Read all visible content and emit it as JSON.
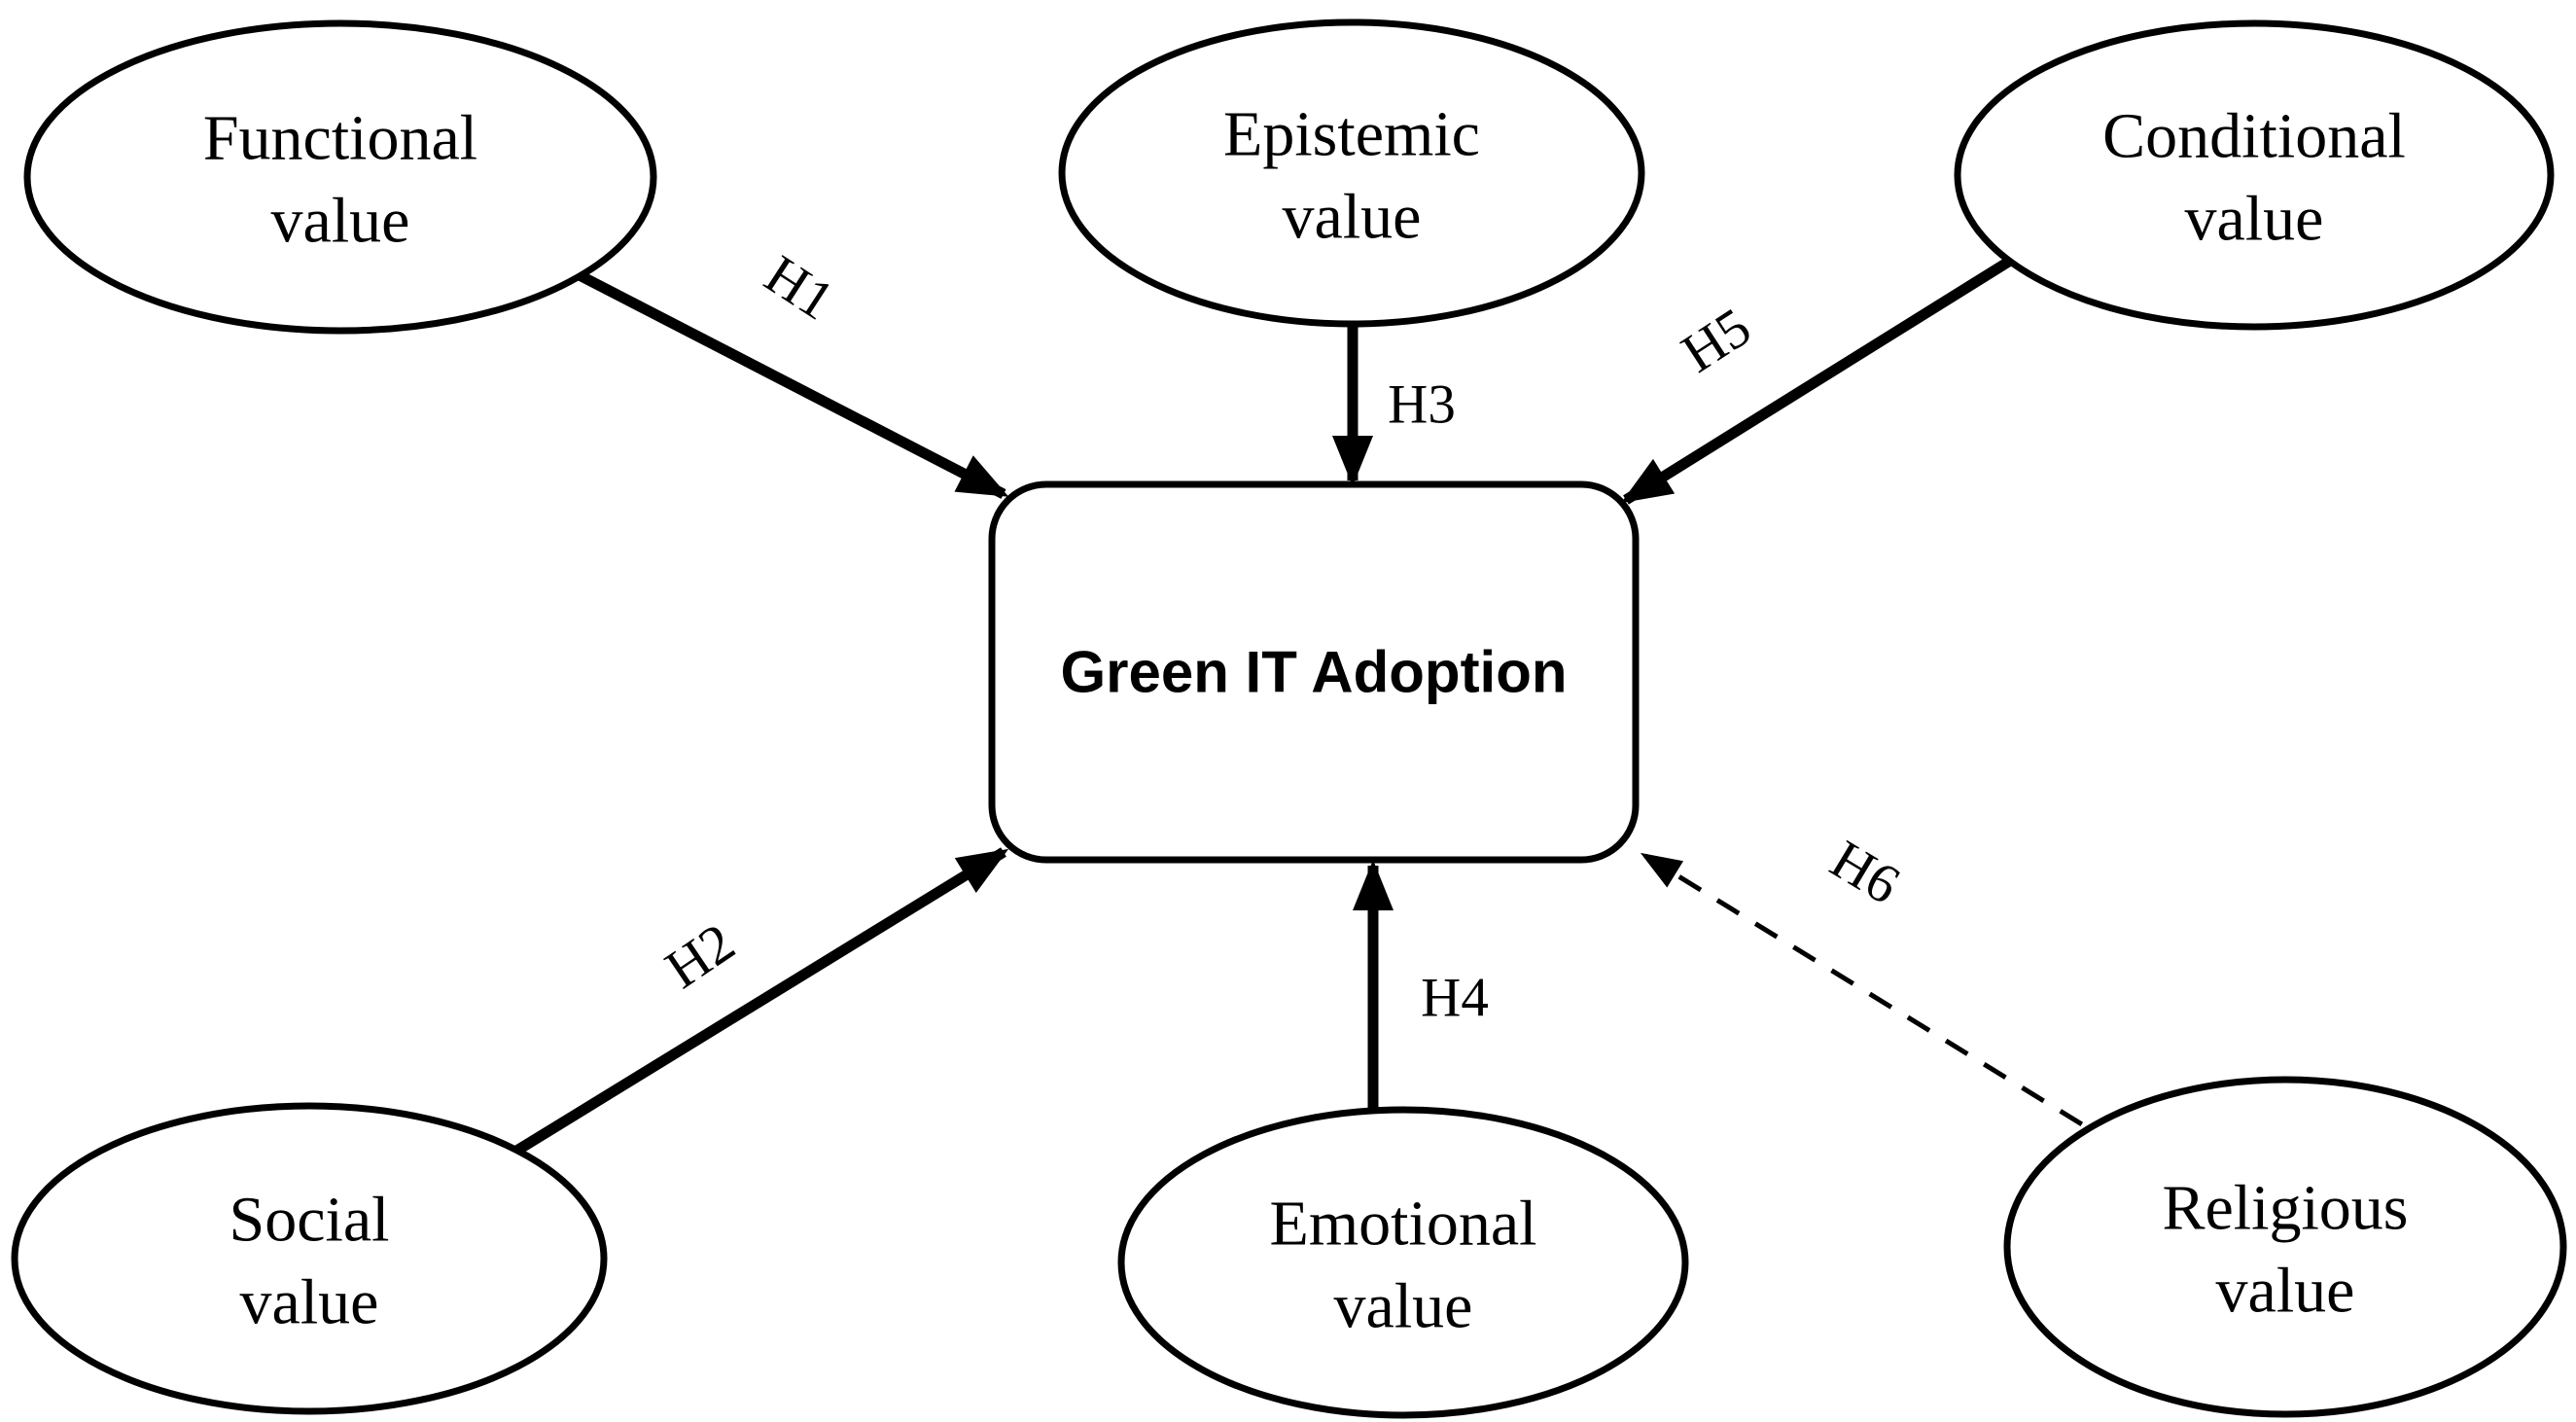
{
  "figure": {
    "background_color": "#ffffff",
    "stroke_color": "#000000",
    "center_box": {
      "label": "Green IT Adoption"
    },
    "nodes": [
      {
        "id": "functional",
        "line1": "Functional",
        "line2": "value"
      },
      {
        "id": "epistemic",
        "line1": "Epistemic",
        "line2": "value"
      },
      {
        "id": "conditional",
        "line1": "Conditional",
        "line2": "value"
      },
      {
        "id": "social",
        "line1": "Social",
        "line2": "value"
      },
      {
        "id": "emotional",
        "line1": "Emotional",
        "line2": "value"
      },
      {
        "id": "religious",
        "line1": "Religious",
        "line2": "value"
      }
    ],
    "edges": [
      {
        "label": "H1",
        "from": "Functional value",
        "to": "Green IT Adoption",
        "style": "solid"
      },
      {
        "label": "H2",
        "from": "Social value",
        "to": "Green IT Adoption",
        "style": "solid"
      },
      {
        "label": "H3",
        "from": "Epistemic value",
        "to": "Green IT Adoption",
        "style": "solid"
      },
      {
        "label": "H4",
        "from": "Emotional value",
        "to": "Green IT Adoption",
        "style": "solid"
      },
      {
        "label": "H5",
        "from": "Conditional value",
        "to": "Green IT Adoption",
        "style": "solid"
      },
      {
        "label": "H6",
        "from": "Religious value",
        "to": "Green IT Adoption",
        "style": "dashed"
      }
    ]
  }
}
